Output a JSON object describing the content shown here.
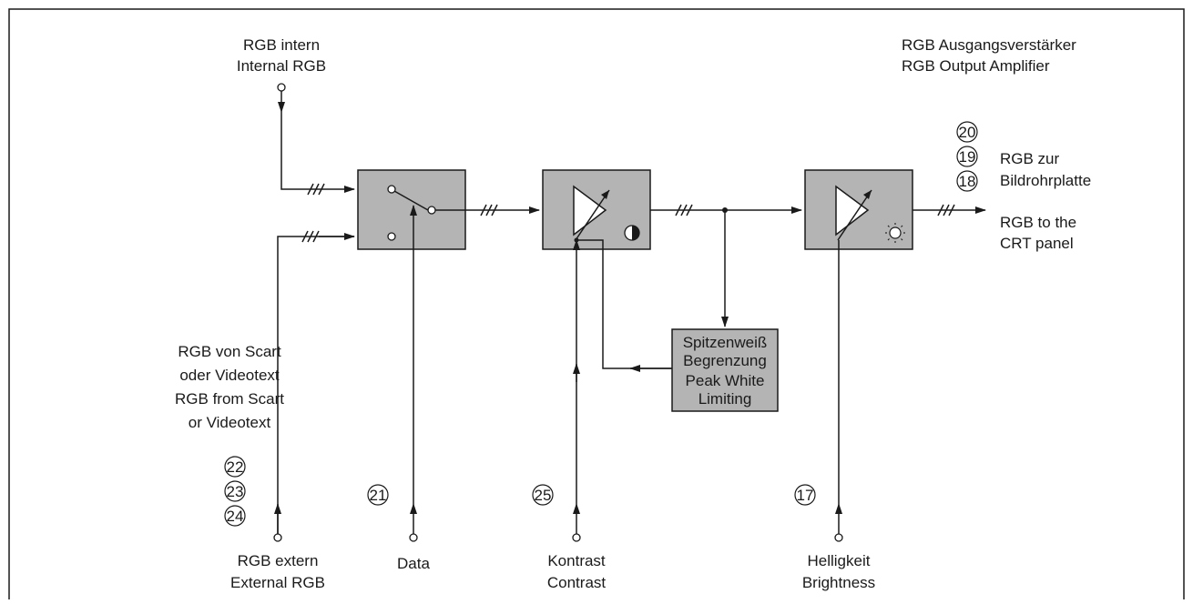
{
  "title": {
    "line1": "RGB Ausgangsverstärker",
    "line2": "RGB Output Amplifier"
  },
  "inputs": {
    "internal": {
      "line1": "RGB intern",
      "line2": "Internal RGB"
    },
    "scart": {
      "line1": "RGB von Scart",
      "line2": "oder Videotext",
      "line3": "RGB from Scart",
      "line4": "or Videotext"
    },
    "external": {
      "line1": "RGB extern",
      "line2": "External RGB"
    },
    "data": {
      "label": "Data"
    },
    "contrast": {
      "line1": "Kontrast",
      "line2": "Contrast"
    },
    "brightness": {
      "line1": "Helligkeit",
      "line2": "Brightness"
    }
  },
  "output": {
    "line1": "RGB zur",
    "line2": "Bildrohrplatte",
    "line3": "RGB to the",
    "line4": "CRT panel"
  },
  "peak_white": {
    "line1": "Spitzenweiß",
    "line2": "Begrenzung",
    "line3": "Peak White",
    "line4": "Limiting"
  },
  "pins": {
    "out_r": "20",
    "out_g": "19",
    "out_b": "18",
    "ext_r": "22",
    "ext_g": "23",
    "ext_b": "24",
    "data": "21",
    "contrast": "25",
    "brightness": "17"
  },
  "colors": {
    "block_fill": "#b4b4b4",
    "line": "#1a1a1a",
    "background": "#ffffff"
  },
  "icons": {
    "contrast": "contrast-half-circle-icon",
    "brightness": "sun-icon",
    "switch": "switch-icon",
    "amplifier": "variable-amplifier-icon"
  }
}
